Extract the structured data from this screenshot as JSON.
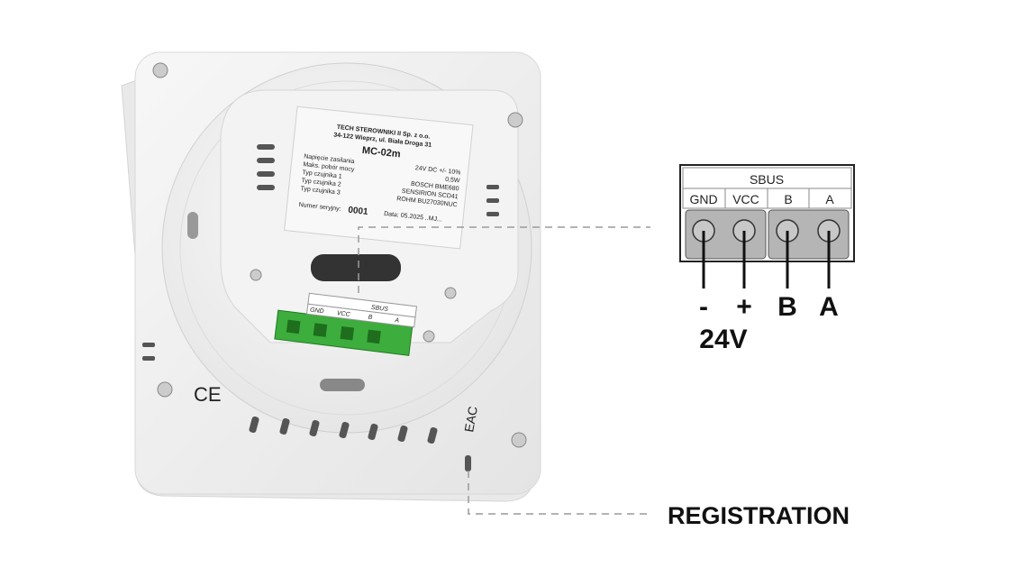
{
  "device_label": {
    "company": "TECH STEROWNIKI II Sp. z o.o.",
    "address": "34-122 Wieprz, ul. Biała Droga 31",
    "model": "MC-02m",
    "rows": [
      {
        "key": "Napięcie zasilania",
        "value": "24V DC +/- 10%"
      },
      {
        "key": "Maks. pobór mocy",
        "value": "0,5W"
      },
      {
        "key": "Typ czujnika 1",
        "value": "BOSCH BME680"
      },
      {
        "key": "Typ czujnika 2",
        "value": "SENSIRION SCD41"
      },
      {
        "key": "Typ czujnika 3",
        "value": "ROHM BU27030NUC"
      }
    ],
    "serial_label": "Numer seryjny:",
    "serial": "0001",
    "date": "Data: 05.2025 ..MJ..."
  },
  "device_connector": {
    "title": "SBUS",
    "pins": [
      "GND",
      "VCC",
      "B",
      "A"
    ]
  },
  "marks": {
    "ce": "CE",
    "eac": "EAC"
  },
  "diagram": {
    "bus_title": "SBUS",
    "pins": [
      "GND",
      "VCC",
      "B",
      "A"
    ],
    "wire_labels": [
      "-",
      "+",
      "B",
      "A"
    ],
    "voltage": "24V",
    "registration": "REGISTRATION"
  },
  "colors": {
    "connector_green": "#3dae3d",
    "dashed": "#9a9a9a",
    "terminal_gray": "#b5b5b5"
  }
}
